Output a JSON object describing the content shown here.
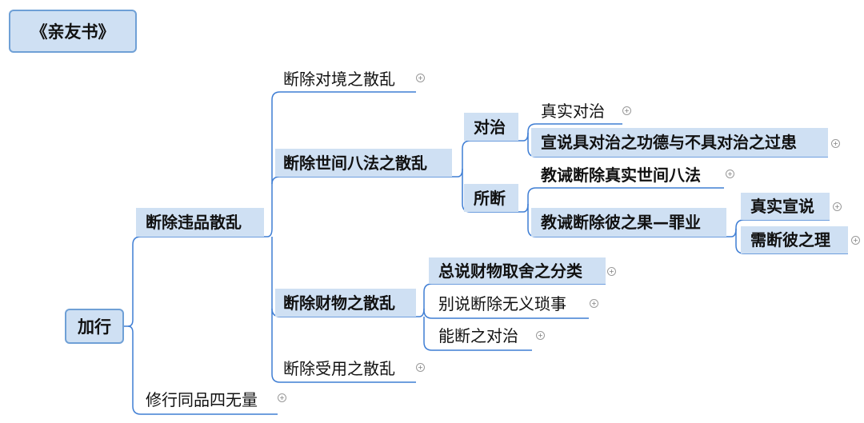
{
  "title": "《亲友书》",
  "root": "加行",
  "nodes": {
    "l1a": "断除违品散乱",
    "l1b": "修行同品四无量",
    "l2a": "断除对境之散乱",
    "l2b": "断除世间八法之散乱",
    "l2c": "断除财物之散乱",
    "l2d": "断除受用之散乱",
    "l3a": "对治",
    "l3b": "所断",
    "l4a": "真实对治",
    "l4b": "宣说具对治之功德与不具对治之过患",
    "l4c": "教诫断除真实世间八法",
    "l4d": "教诫断除彼之果—罪业",
    "l5a": "真实宣说",
    "l5b": "需断彼之理",
    "l3c": "总说财物取舍之分类",
    "l3d": "别说断除无义琐事",
    "l3e": "能断之对治"
  },
  "colors": {
    "line": "#3f7ed4",
    "fill": "#cfe0f3",
    "border": "#6fa0d6"
  }
}
